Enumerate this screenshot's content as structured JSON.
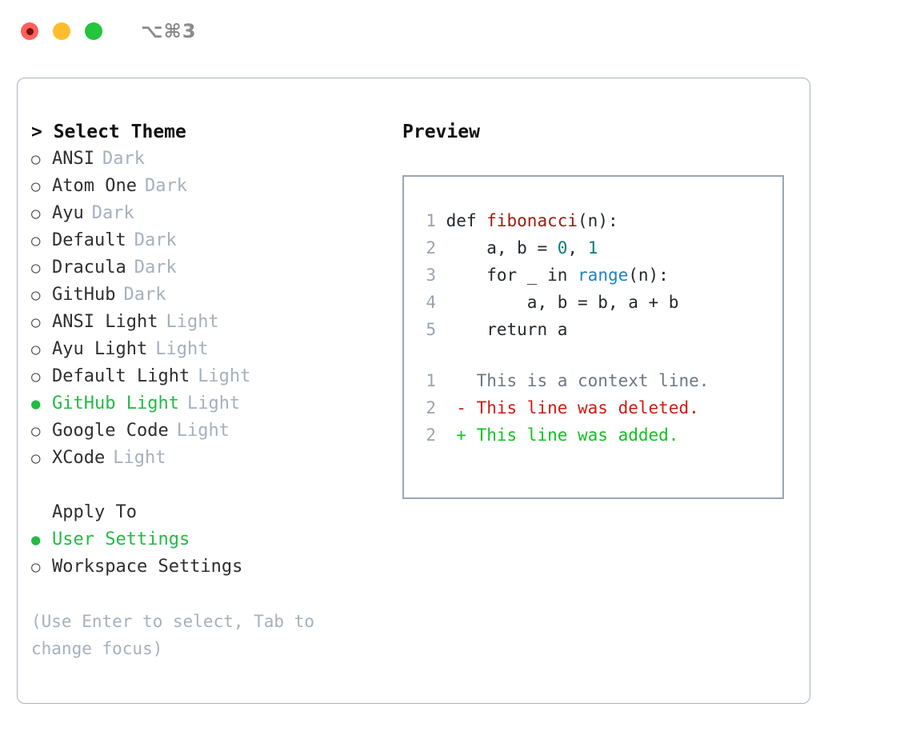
{
  "titlebar": {
    "shortcut": "⌥⌘3",
    "buttons": [
      {
        "name": "close",
        "color": "#ff605c"
      },
      {
        "name": "minimize",
        "color": "#ffbd2e"
      },
      {
        "name": "maximize",
        "color": "#24c43c"
      }
    ]
  },
  "theme_panel": {
    "header": "> Select Theme",
    "themes": [
      {
        "marker": "○",
        "label": "ANSI",
        "variant": "Dark",
        "selected": false
      },
      {
        "marker": "○",
        "label": "Atom One",
        "variant": "Dark",
        "selected": false
      },
      {
        "marker": "○",
        "label": "Ayu",
        "variant": "Dark",
        "selected": false
      },
      {
        "marker": "○",
        "label": "Default",
        "variant": "Dark",
        "selected": false
      },
      {
        "marker": "○",
        "label": "Dracula",
        "variant": "Dark",
        "selected": false
      },
      {
        "marker": "○",
        "label": "GitHub",
        "variant": "Dark",
        "selected": false
      },
      {
        "marker": "○",
        "label": "ANSI Light",
        "variant": "Light",
        "selected": false
      },
      {
        "marker": "○",
        "label": "Ayu Light",
        "variant": "Light",
        "selected": false
      },
      {
        "marker": "○",
        "label": "Default Light",
        "variant": "Light",
        "selected": false
      },
      {
        "marker": "●",
        "label": "GitHub Light",
        "variant": "Light",
        "selected": true
      },
      {
        "marker": "○",
        "label": "Google Code",
        "variant": "Light",
        "selected": false
      },
      {
        "marker": "○",
        "label": "XCode",
        "variant": "Light",
        "selected": false
      }
    ]
  },
  "apply_to": {
    "header": "Apply To",
    "options": [
      {
        "marker": "●",
        "label": "User Settings",
        "selected": true
      },
      {
        "marker": "○",
        "label": "Workspace Settings",
        "selected": false
      }
    ]
  },
  "hint": "(Use Enter to select, Tab to change focus)",
  "preview": {
    "title": "Preview",
    "code_lines": [
      {
        "no": "1",
        "tokens": [
          {
            "t": "def ",
            "c": "plain"
          },
          {
            "t": "fibonacci",
            "c": "fn"
          },
          {
            "t": "(n):",
            "c": "plain"
          }
        ]
      },
      {
        "no": "2",
        "tokens": [
          {
            "t": "    a, b = ",
            "c": "plain"
          },
          {
            "t": "0",
            "c": "num"
          },
          {
            "t": ", ",
            "c": "plain"
          },
          {
            "t": "1",
            "c": "num"
          }
        ]
      },
      {
        "no": "3",
        "tokens": [
          {
            "t": "    for _ in ",
            "c": "plain"
          },
          {
            "t": "range",
            "c": "call"
          },
          {
            "t": "(n):",
            "c": "plain"
          }
        ]
      },
      {
        "no": "4",
        "tokens": [
          {
            "t": "        a, b = b, a + b",
            "c": "plain"
          }
        ]
      },
      {
        "no": "5",
        "tokens": [
          {
            "t": "    return a",
            "c": "plain"
          }
        ]
      }
    ],
    "diff_lines": [
      {
        "no": "1",
        "sign": "  ",
        "text": "This is a context line.",
        "kind": "ctx"
      },
      {
        "no": "2",
        "sign": "- ",
        "text": "This line was deleted.",
        "kind": "del"
      },
      {
        "no": "2",
        "sign": "+ ",
        "text": "This line was added.",
        "kind": "add"
      }
    ]
  },
  "colors": {
    "accent_green": "#22bb44",
    "muted": "#a7b0bd",
    "border": "#a9b3c0",
    "preview_border": "#9aa6b5",
    "fn_red": "#a01b12",
    "num_teal": "#0b7d7b",
    "call_blue": "#1f82c0",
    "diff_del": "#cf1b13",
    "diff_add": "#11c321",
    "diff_ctx": "#6e7781"
  }
}
